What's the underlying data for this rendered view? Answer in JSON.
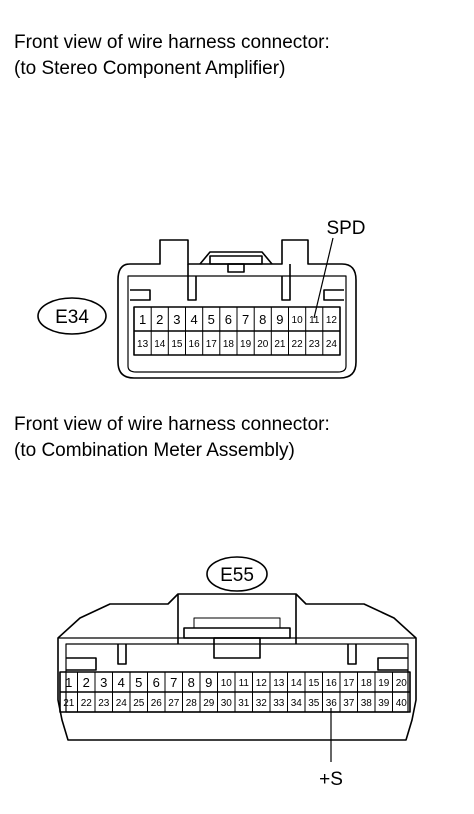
{
  "captions": {
    "top_line1": "Front view of wire harness connector:",
    "top_line2": "(to Stereo Component Amplifier)",
    "bottom_line1": "Front view of wire harness connector:",
    "bottom_line2": "(to Combination Meter Assembly)"
  },
  "connector_e34": {
    "code": "E34",
    "terminal_label": "SPD",
    "terminal_pin": "11",
    "row1": [
      "1",
      "2",
      "3",
      "4",
      "5",
      "6",
      "7",
      "8",
      "9",
      "10",
      "11",
      "12"
    ],
    "row2": [
      "13",
      "14",
      "15",
      "16",
      "17",
      "18",
      "19",
      "20",
      "21",
      "22",
      "23",
      "24"
    ]
  },
  "connector_e55": {
    "code": "E55",
    "terminal_label": "+S",
    "terminal_pin": "36",
    "row1": [
      "1",
      "2",
      "3",
      "4",
      "5",
      "6",
      "7",
      "8",
      "9",
      "10",
      "11",
      "12",
      "13",
      "14",
      "15",
      "16",
      "17",
      "18",
      "19",
      "20"
    ],
    "row2": [
      "21",
      "22",
      "23",
      "24",
      "25",
      "26",
      "27",
      "28",
      "29",
      "30",
      "31",
      "32",
      "33",
      "34",
      "35",
      "36",
      "37",
      "38",
      "39",
      "40"
    ]
  }
}
